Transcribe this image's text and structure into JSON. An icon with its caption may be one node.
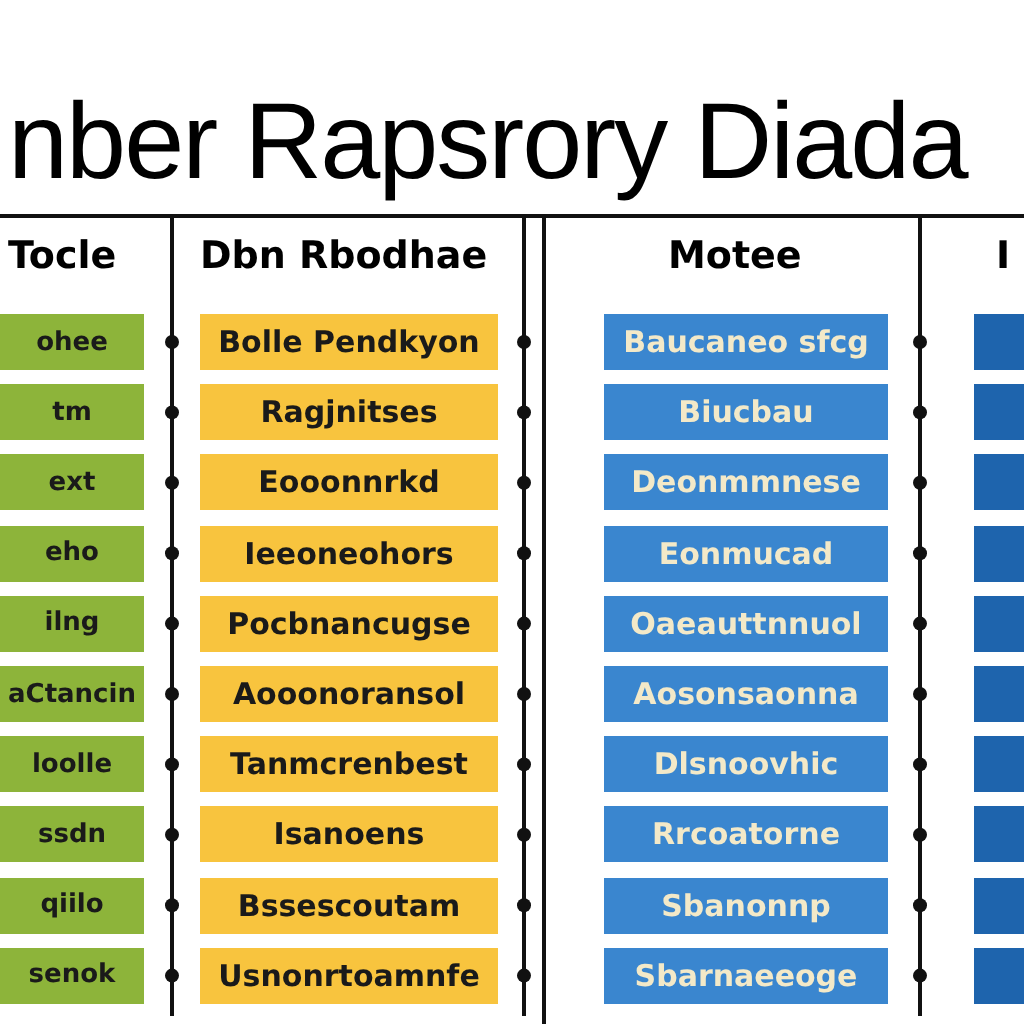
{
  "diagram": {
    "title": "nber Rapsrory Diada",
    "nodes": [
      {
        "text": [
          "ohee"
        ]
      },
      {
        "text": [
          "tm"
        ]
      },
      {
        "text": [
          "ext"
        ]
      },
      {
        "text": [
          "eho"
        ]
      },
      {
        "text": [
          "ilng"
        ]
      },
      {
        "text": [
          "aCtancin"
        ]
      },
      {
        "text": [
          "loolle"
        ]
      },
      {
        "text": [
          "ssdn"
        ]
      },
      {
        "text": [
          "qiilo"
        ]
      },
      {
        "text": [
          "senok"
        ]
      },
      {
        "text": [
          "Bolle Pendkyon"
        ]
      },
      {
        "text": [
          "Ragjnitses"
        ]
      },
      {
        "text": [
          "Eooonnrkd"
        ]
      },
      {
        "text": [
          "Ieeoneohors"
        ]
      },
      {
        "text": [
          "Pocbnancugse"
        ]
      },
      {
        "text": [
          "Aooonoransol"
        ]
      },
      {
        "text": [
          "Tanmcrenbest"
        ]
      },
      {
        "text": [
          "Isanoens"
        ]
      },
      {
        "text": [
          "Bssescoutam"
        ]
      },
      {
        "text": [
          "Usnonrtoamnfe"
        ]
      },
      {
        "text": [
          "Baucaneo sfcg"
        ]
      },
      {
        "text": [
          "Biucbau"
        ]
      },
      {
        "text": [
          "Deonmmnese"
        ]
      },
      {
        "text": [
          "Eonmucad"
        ]
      },
      {
        "text": [
          "Oaeauttnnuol"
        ]
      },
      {
        "text": [
          "Aosonsaonna"
        ]
      },
      {
        "text": [
          "Dlsnoovhic"
        ]
      },
      {
        "text": [
          "Rrcoatorne"
        ]
      },
      {
        "text": [
          "Sbanonnp"
        ]
      },
      {
        "text": [
          "Sbarnaeeoge"
        ]
      },
      {
        "text": [],
        "shape": "bar"
      },
      {
        "text": [],
        "shape": "bar"
      },
      {
        "text": [],
        "shape": "bar"
      },
      {
        "text": [],
        "shape": "bar"
      },
      {
        "text": [],
        "shape": "bar"
      },
      {
        "text": [],
        "shape": "bar"
      },
      {
        "text": [],
        "shape": "bar"
      },
      {
        "text": [],
        "shape": "bar"
      },
      {
        "text": [],
        "shape": "bar"
      },
      {
        "text": [],
        "shape": "bar"
      }
    ],
    "edges": [],
    "labels": [
      "Tocle",
      "Dbn Rbodhae",
      "Motee",
      "I"
    ]
  }
}
